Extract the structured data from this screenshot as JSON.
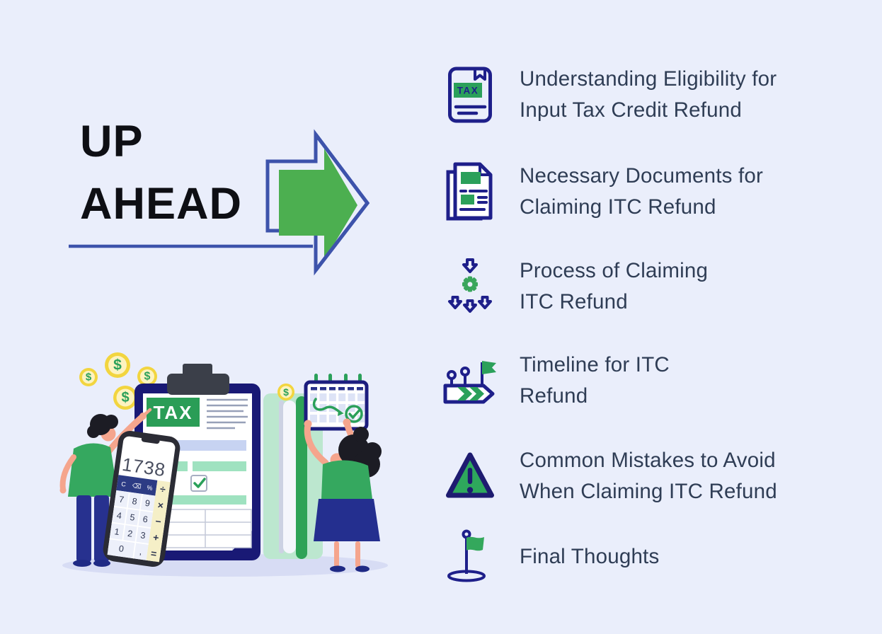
{
  "headline": {
    "line1": "UP",
    "line2": "AHEAD"
  },
  "topics": [
    {
      "icon": "tax-book-icon",
      "lines": [
        "Understanding Eligibility for",
        "Input Tax Credit Refund"
      ]
    },
    {
      "icon": "documents-icon",
      "lines": [
        "Necessary Documents for",
        "Claiming ITC Refund"
      ]
    },
    {
      "icon": "process-gear-arrows-icon",
      "lines": [
        "Process of Claiming",
        "ITC Refund"
      ]
    },
    {
      "icon": "timeline-icon",
      "lines": [
        "Timeline for ITC",
        "Refund"
      ]
    },
    {
      "icon": "warning-triangle-icon",
      "lines": [
        "Common Mistakes to Avoid",
        "When Claiming ITC Refund"
      ]
    },
    {
      "icon": "finish-flag-icon",
      "lines": [
        "Final Thoughts"
      ]
    }
  ],
  "icons": {
    "book_tax_label": "TAX"
  },
  "illustration": {
    "tax_sign": "TAX",
    "coin_symbol": "$",
    "calculator": {
      "display": "1738",
      "function_keys": [
        "C",
        "⌫",
        "%"
      ],
      "digit_rows": [
        [
          "7",
          "8",
          "9"
        ],
        [
          "4",
          "5",
          "6"
        ],
        [
          "1",
          "2",
          "3"
        ]
      ],
      "bottom_row": [
        "0",
        ","
      ],
      "operator_keys": [
        "÷",
        "×",
        "−",
        "+",
        "="
      ]
    }
  },
  "colors": {
    "background": "#eaeefb",
    "icon_navy": "#1e1f8a",
    "green": "#2ea357",
    "arrow_green": "#4caf50",
    "arrow_blue": "#3d53ab",
    "list_text": "#2f3d55",
    "headline_text": "#0e0f14"
  }
}
